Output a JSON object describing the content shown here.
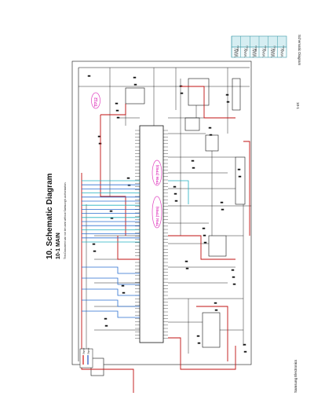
{
  "page": {
    "chapter_title": "10. Schematic Diagram",
    "section_title": "10-1 MAIN",
    "note": "This Document can not be used without Samsung's authorization.",
    "header_right": "Schematic Diagram",
    "footer_left": "Samsung Electronics",
    "page_number": "10-1"
  },
  "legend": {
    "items": [
      {
        "label": "Signal",
        "color": "#d01010"
      },
      {
        "label": "Signal",
        "color": "#2050c0"
      }
    ]
  },
  "test_points": [
    "TP12",
    "TP06 (TP03)",
    "TP04 (TP05)"
  ],
  "waveforms": {
    "titles": [
      "TP04",
      "TP01",
      "TP02",
      "TP03",
      "TP11",
      "TP12"
    ]
  },
  "colors": {
    "red_trace": "#c01010",
    "blue_trace": "#2a6fd0",
    "cyan_trace": "#20b0c0",
    "pink_label": "#e040c0",
    "ink": "#111111"
  }
}
